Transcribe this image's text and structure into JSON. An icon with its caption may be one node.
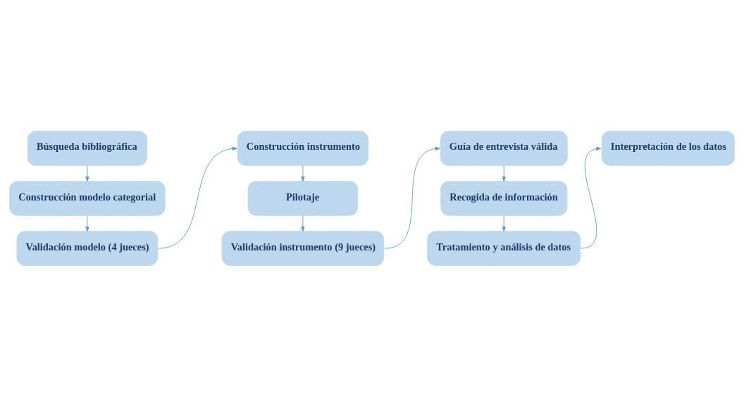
{
  "diagram": {
    "nodes": [
      {
        "text": [
          "Búsqueda bibliográfica"
        ]
      },
      {
        "text": [
          "Construcción modelo categorial"
        ]
      },
      {
        "text": [
          "Validación modelo (4 jueces)"
        ]
      },
      {
        "text": [
          "Construcción instrumento"
        ]
      },
      {
        "text": [
          "Pilotaje"
        ]
      },
      {
        "text": [
          "Validación instrumento (9 jueces)"
        ]
      },
      {
        "text": [
          "Guía de entrevista válida"
        ]
      },
      {
        "text": [
          "Recogida de información"
        ]
      },
      {
        "text": [
          "Tratamiento y análisis de datos"
        ]
      },
      {
        "text": [
          "Interpretación de los datos"
        ]
      }
    ],
    "edges": [
      {
        "from": 0,
        "to": 1,
        "arrow": "to"
      },
      {
        "from": 1,
        "to": 2,
        "arrow": "to"
      },
      {
        "from": 2,
        "to": 3,
        "arrow": "to"
      },
      {
        "from": 3,
        "to": 4,
        "arrow": "to"
      },
      {
        "from": 4,
        "to": 5,
        "arrow": "to"
      },
      {
        "from": 5,
        "to": 6,
        "arrow": "to"
      },
      {
        "from": 6,
        "to": 7,
        "arrow": "to"
      },
      {
        "from": 7,
        "to": 8,
        "arrow": "to"
      },
      {
        "from": 8,
        "to": 9,
        "arrow": "to"
      }
    ]
  }
}
